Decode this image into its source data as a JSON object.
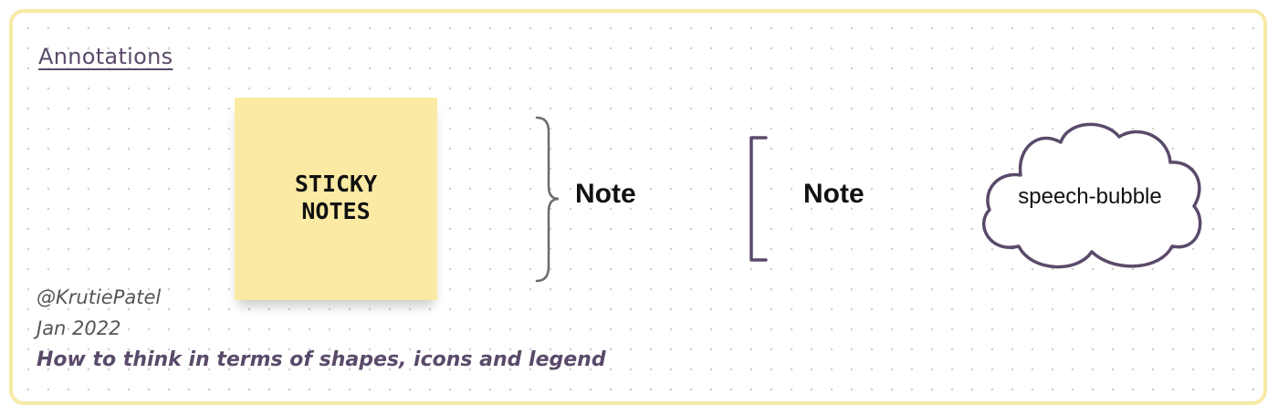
{
  "title": "Annotations",
  "sticky_note": {
    "text": "STICKY\nNOTES",
    "color": "#fbeaa3"
  },
  "brace_note": {
    "label": "Note"
  },
  "bracket_note": {
    "label": "Note"
  },
  "speech_bubble": {
    "label": "speech-bubble"
  },
  "footer": {
    "author": "@KrutiePatel",
    "date": "Jan 2022",
    "subtitle": "How to think in terms of shapes, icons and legend"
  },
  "colors": {
    "border": "#f7eaa6",
    "stroke": "#5a4a6a",
    "text": "#111111"
  }
}
